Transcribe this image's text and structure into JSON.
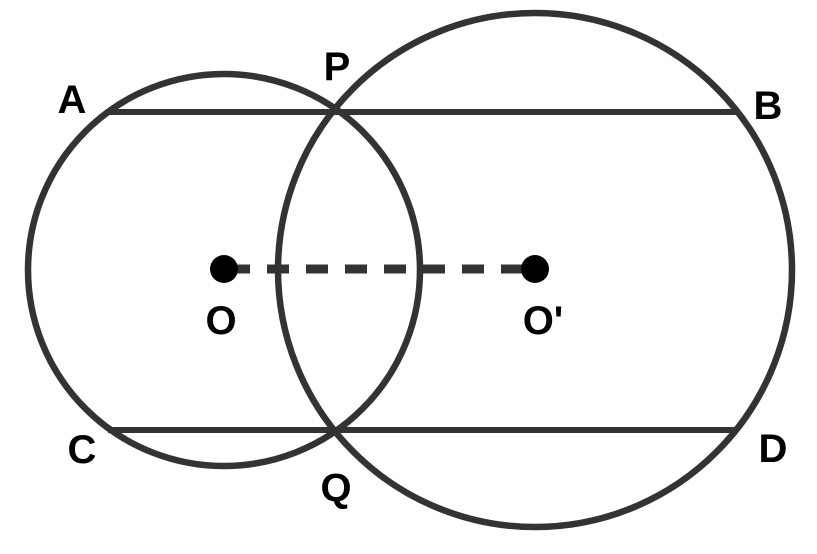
{
  "figure": {
    "labels": {
      "A": "A",
      "B": "B",
      "C": "C",
      "D": "D",
      "P": "P",
      "Q": "Q",
      "O": "O",
      "O_prime": "O'"
    },
    "colors": {
      "stroke": "#333333",
      "dot": "#000000",
      "text": "#000000",
      "background": "#ffffff"
    }
  }
}
